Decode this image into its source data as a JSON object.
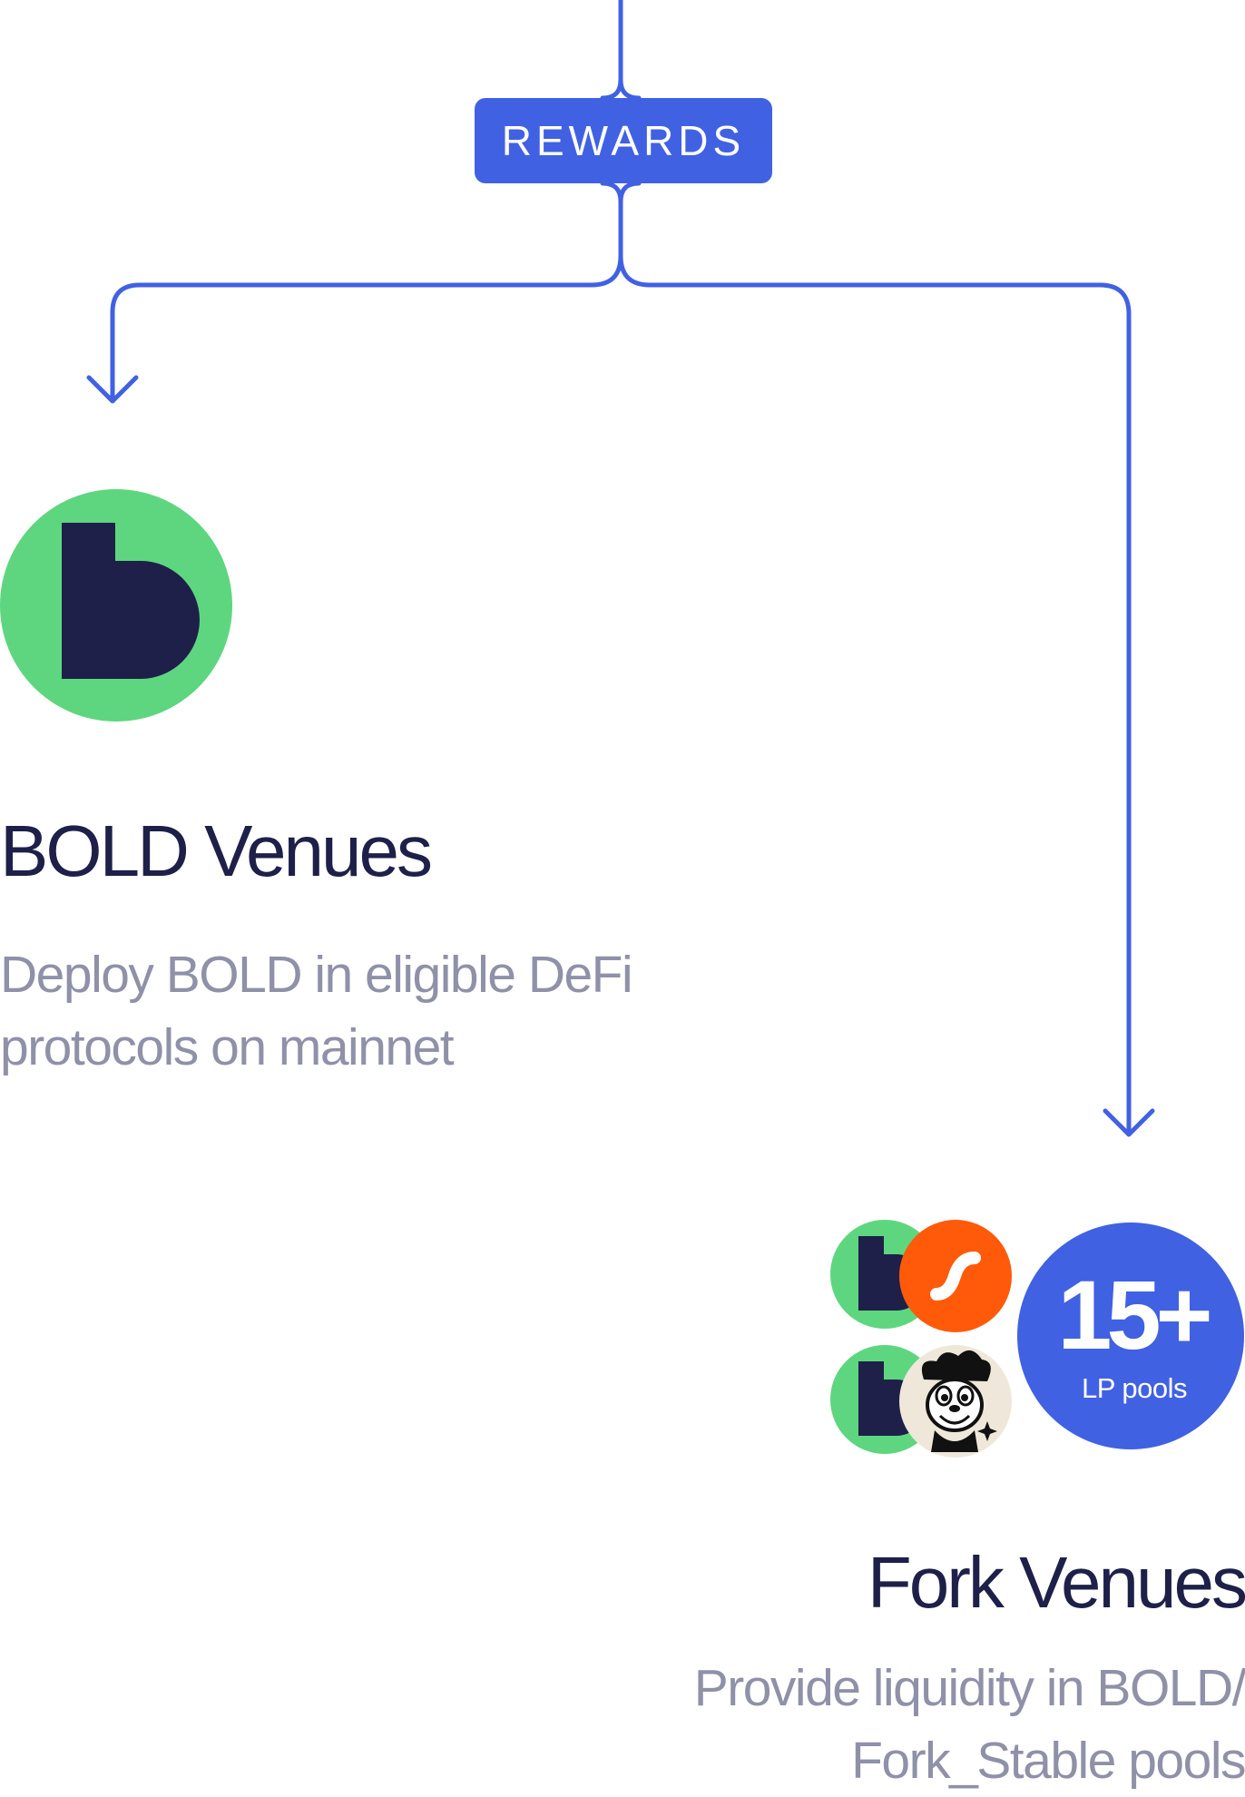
{
  "rewards": {
    "label": "REWARDS"
  },
  "bold_venues": {
    "title": "BOLD Venues",
    "description_lines": [
      "Deploy BOLD in eligible DeFi",
      "protocols on mainnet"
    ],
    "icon": "bold-b-logo"
  },
  "fork_venues": {
    "title": "Fork Venues",
    "description_lines": [
      "Provide liquidity in BOLD/",
      "Fork_Stable pools"
    ],
    "pool_pairs": [
      {
        "base_icon": "bold-b-logo",
        "pair_icon": "orange-s-logo"
      },
      {
        "base_icon": "bold-b-logo",
        "pair_icon": "mascot-logo"
      }
    ],
    "lp_badge": {
      "count": "15+",
      "label": "LP pools"
    }
  },
  "colors": {
    "accent_blue": "#4161e3",
    "bold_green": "#5ed67f",
    "navy": "#1e2049",
    "muted_text": "#8f91a8",
    "orange": "#ff5a0a",
    "cream": "#efe8da"
  }
}
